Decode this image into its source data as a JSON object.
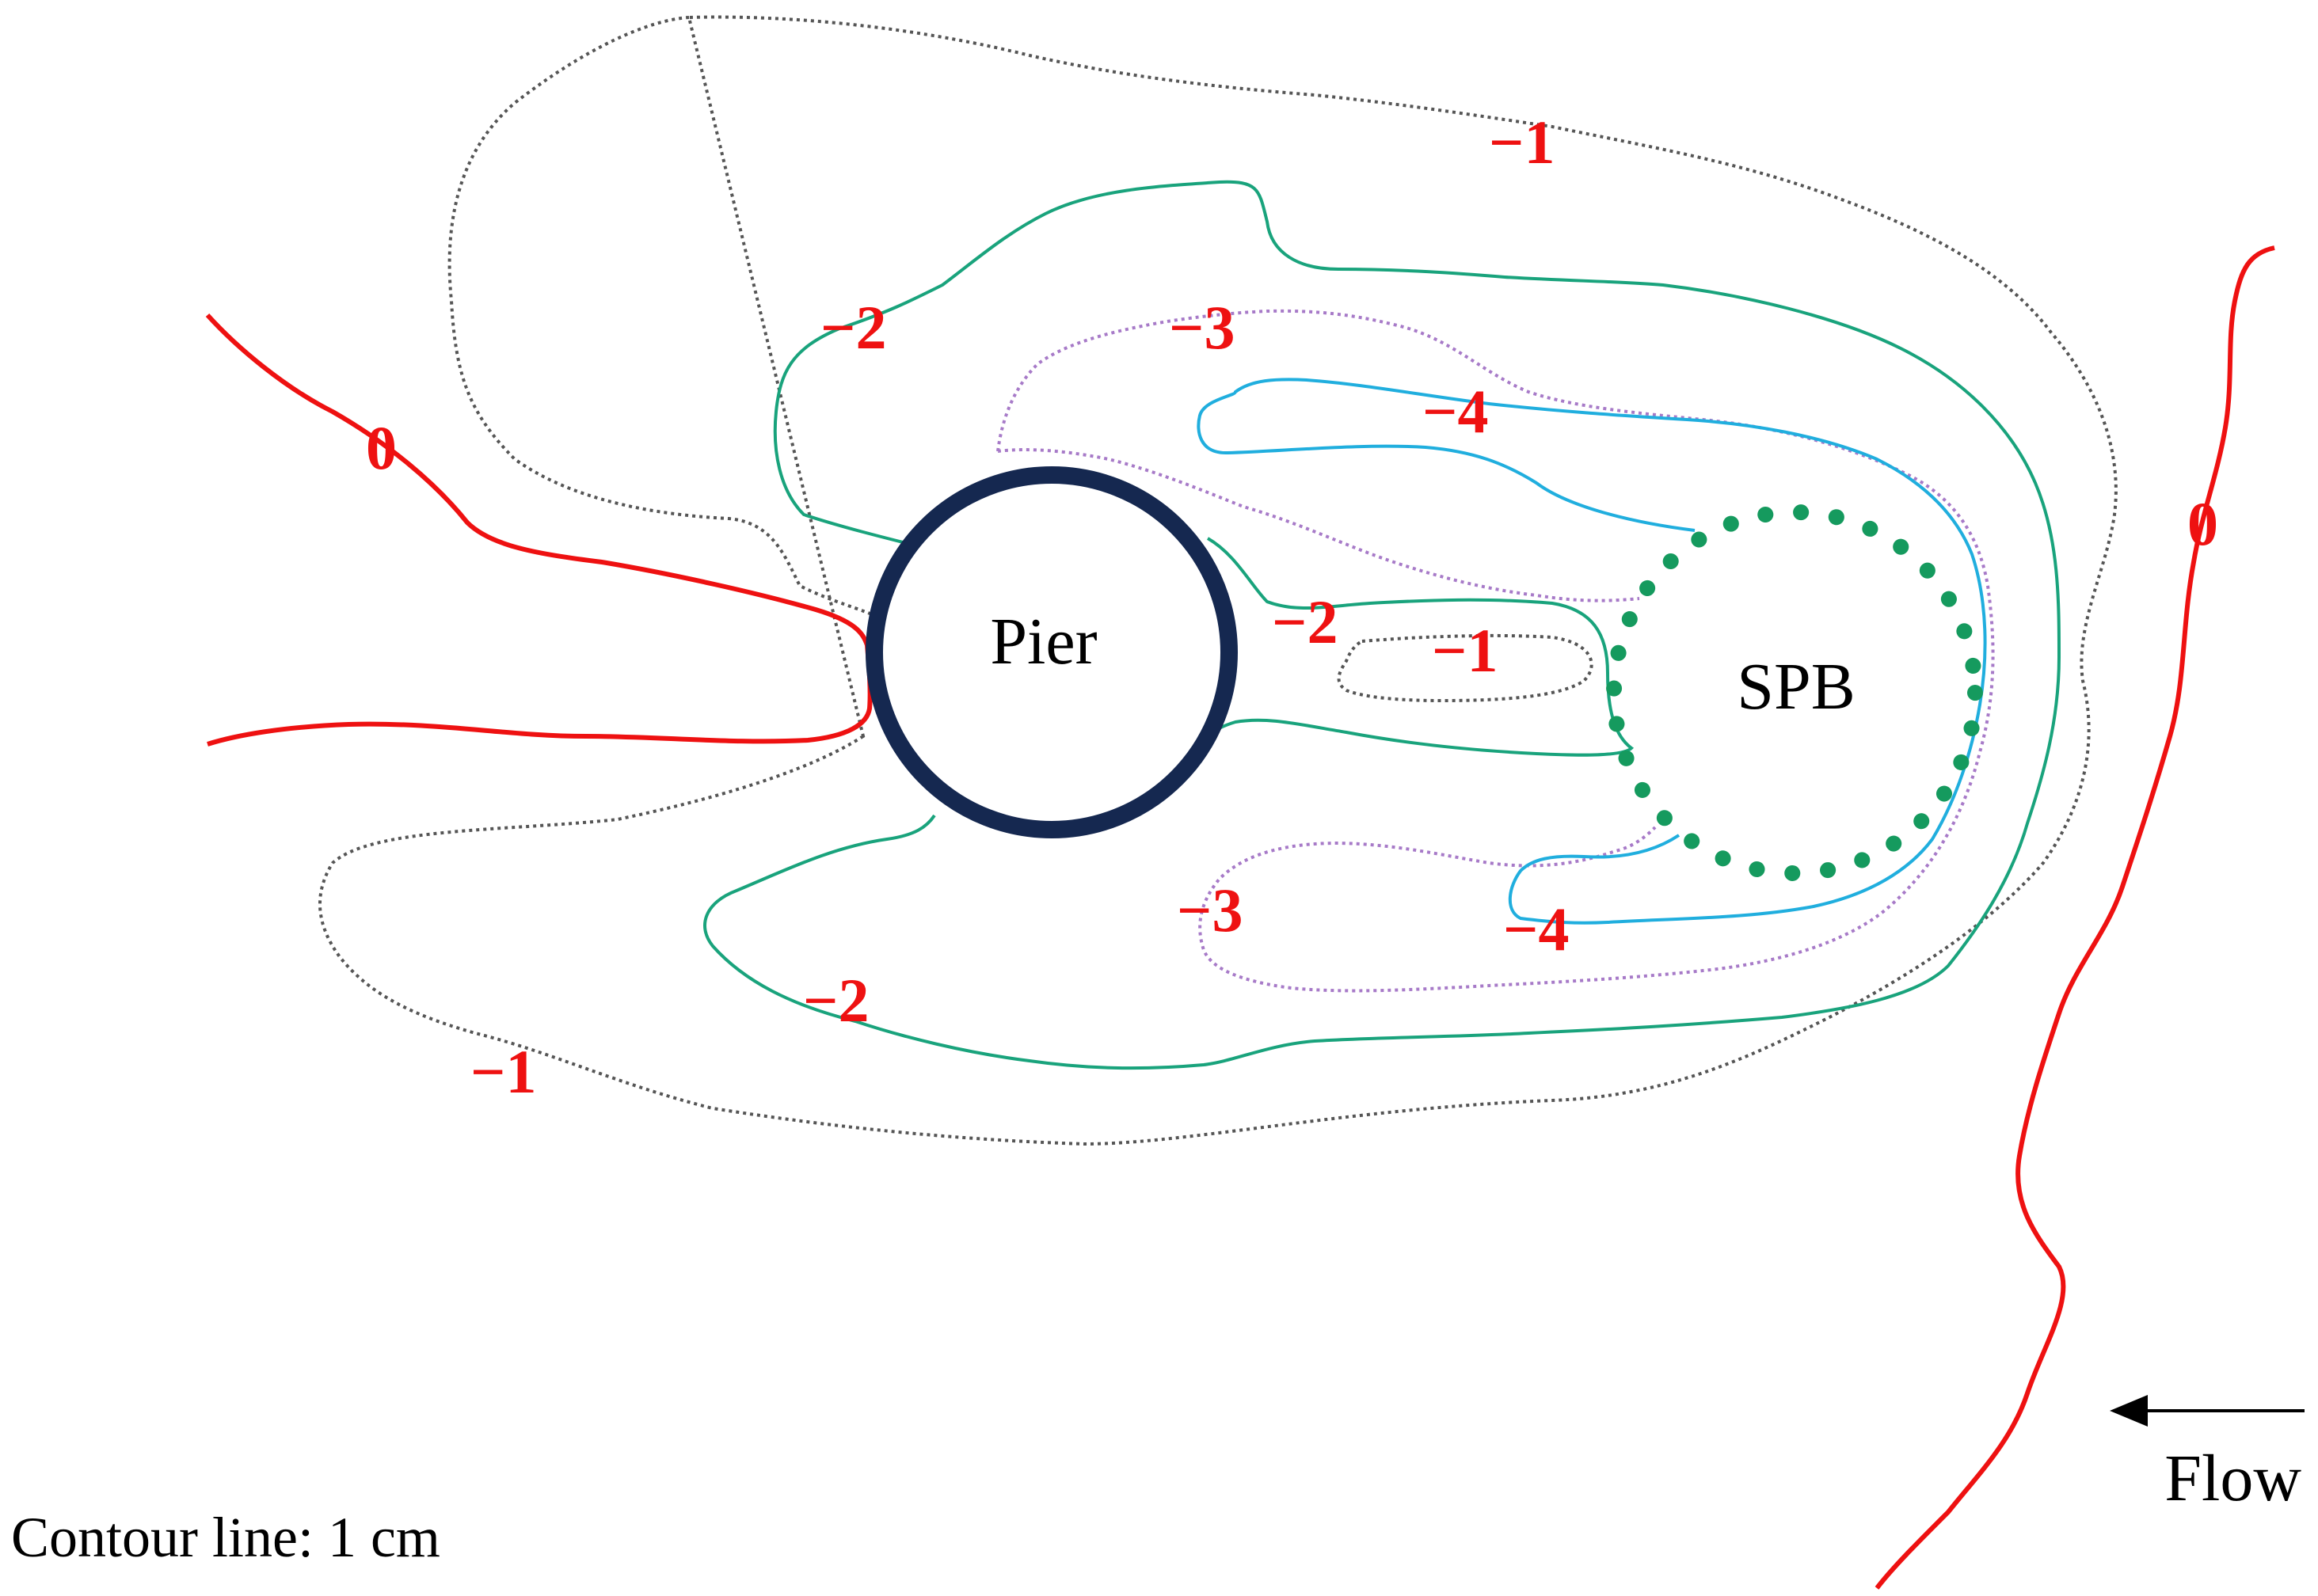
{
  "colors": {
    "zero": "#ee1111",
    "minus1": "#555555",
    "minus2": "#19a37c",
    "minus3": "#a77ac8",
    "minus4": "#20aede",
    "pier": "#152850",
    "spb": "#159a5e",
    "label": "#ee1111",
    "text": "#000000"
  },
  "labels": {
    "pier": "Pier",
    "spb": "SPB",
    "flow": "Flow",
    "contour_note": "Contour line: 1 cm"
  },
  "contour_labels": {
    "zero_left": "0",
    "zero_right": "0",
    "m1_top": "−1",
    "m1_inner": "−1",
    "m1_bottom": "−1",
    "m2_upper": "−2",
    "m2_mid": "−2",
    "m2_lower": "−2",
    "m3_upper": "−3",
    "m3_lower": "−3",
    "m4_upper": "−4",
    "m4_lower": "−4"
  }
}
